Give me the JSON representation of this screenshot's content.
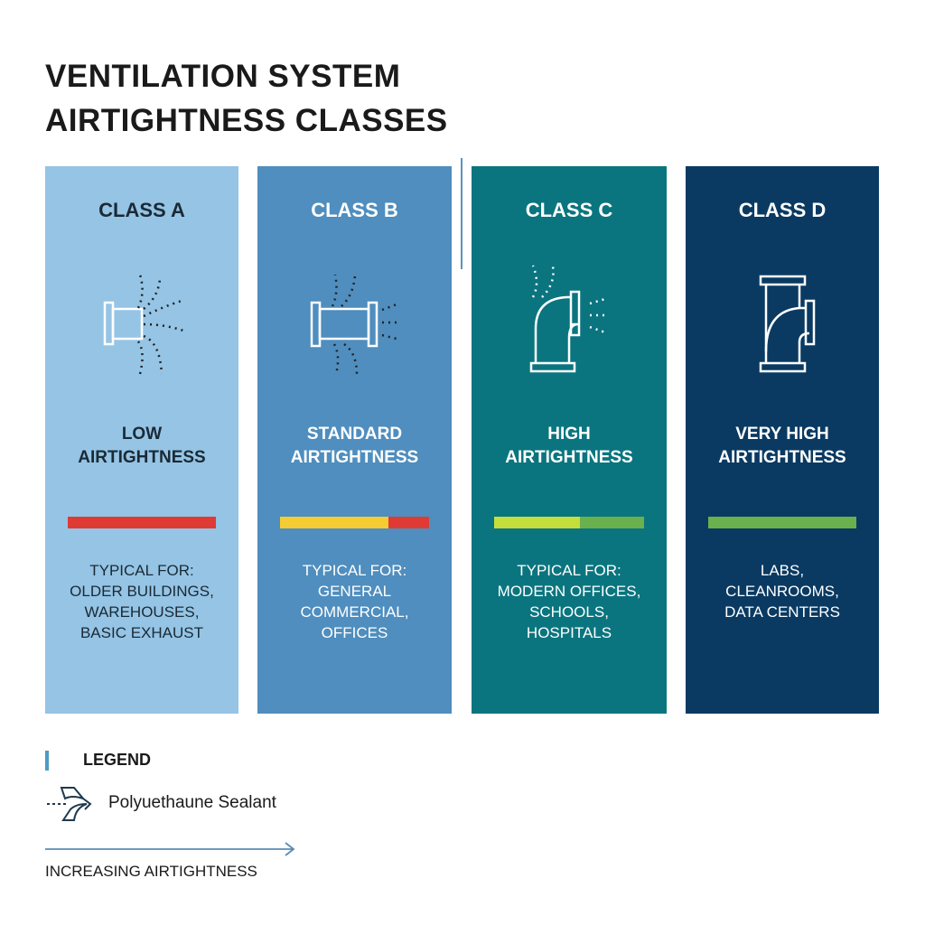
{
  "title": {
    "line1": "VENTILATION SYSTEM",
    "line2": "AIRTIGHTNESS CLASSES"
  },
  "classes": [
    {
      "name": "CLASS A",
      "level1": "LOW",
      "level2": "AIRTIGHTNESS",
      "typical": [
        "TYPICAL FOR:",
        "OLDER BUILDINGS,",
        "WAREHOUSES,",
        "BASIC EXHAUST"
      ],
      "bg": "#95C4E5",
      "text_color": "#1a2a35",
      "bar": [
        {
          "color": "#E03A35",
          "fraction": 1.0
        }
      ]
    },
    {
      "name": "CLASS B",
      "level1": "STANDARD",
      "level2": "AIRTIGHTNESS",
      "typical": [
        "TYPICAL FOR:",
        "GENERAL",
        "COMMERCIAL,",
        "OFFICES"
      ],
      "bg": "#4F8EBE",
      "text_color": "#ffffff",
      "bar": [
        {
          "color": "#F5CC32",
          "fraction": 0.73
        },
        {
          "color": "#E03A35",
          "fraction": 0.27
        }
      ]
    },
    {
      "name": "CLASS C",
      "level1": "HIGH",
      "level2": "AIRTIGHTNESS",
      "typical": [
        "TYPICAL FOR:",
        "MODERN OFFICES,",
        "SCHOOLS,",
        "HOSPITALS"
      ],
      "bg": "#0A757F",
      "text_color": "#ffffff",
      "bar": [
        {
          "color": "#C5DE3C",
          "fraction": 0.57
        },
        {
          "color": "#6AB04C",
          "fraction": 0.43
        }
      ]
    },
    {
      "name": "CLASS D",
      "level1": "VERY HIGH",
      "level2": "AIRTIGHTNESS",
      "typical": [
        "LABS,",
        "CLEANROOMS,",
        "DATA CENTERS"
      ],
      "bg": "#0A3A62",
      "text_color": "#ffffff",
      "bar": [
        {
          "color": "#6AB04C",
          "fraction": 1.0
        }
      ]
    }
  ],
  "legend": {
    "title": "LEGEND",
    "item": "Polyuethaune Sealant",
    "axis_label": "INCREASING AIRTIGHTNESS"
  }
}
